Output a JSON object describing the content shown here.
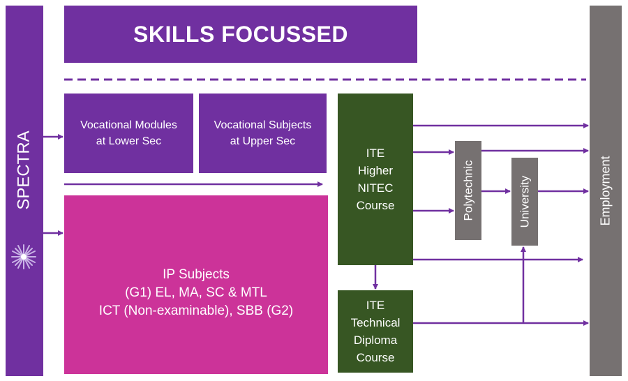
{
  "header": {
    "title": "SKILLS FOCUSSED"
  },
  "spectra": {
    "label": "SPECTRA"
  },
  "employment": {
    "label": "Employment"
  },
  "vocational_lower": {
    "line1": "Vocational Modules",
    "line2": "at Lower Sec"
  },
  "vocational_upper": {
    "line1": "Vocational Subjects",
    "line2": "at Upper Sec"
  },
  "ip_subjects": {
    "line1": "IP Subjects",
    "line2": "(G1) EL, MA, SC & MTL",
    "line3": "ICT (Non-examinable), SBB (G2)"
  },
  "ite_higher_nitec": {
    "line1": "ITE",
    "line2": "Higher",
    "line3": "NITEC",
    "line4": "Course"
  },
  "ite_technical_diploma": {
    "line1": "ITE",
    "line2": "Technical",
    "line3": "Diploma",
    "line4": "Course"
  },
  "polytechnic": {
    "label": "Polytechnic"
  },
  "university": {
    "label": "University"
  },
  "colors": {
    "purple": "#7030a0",
    "magenta": "#cc3399",
    "green": "#375623",
    "grey": "#767171",
    "arrow": "#7030a0"
  }
}
